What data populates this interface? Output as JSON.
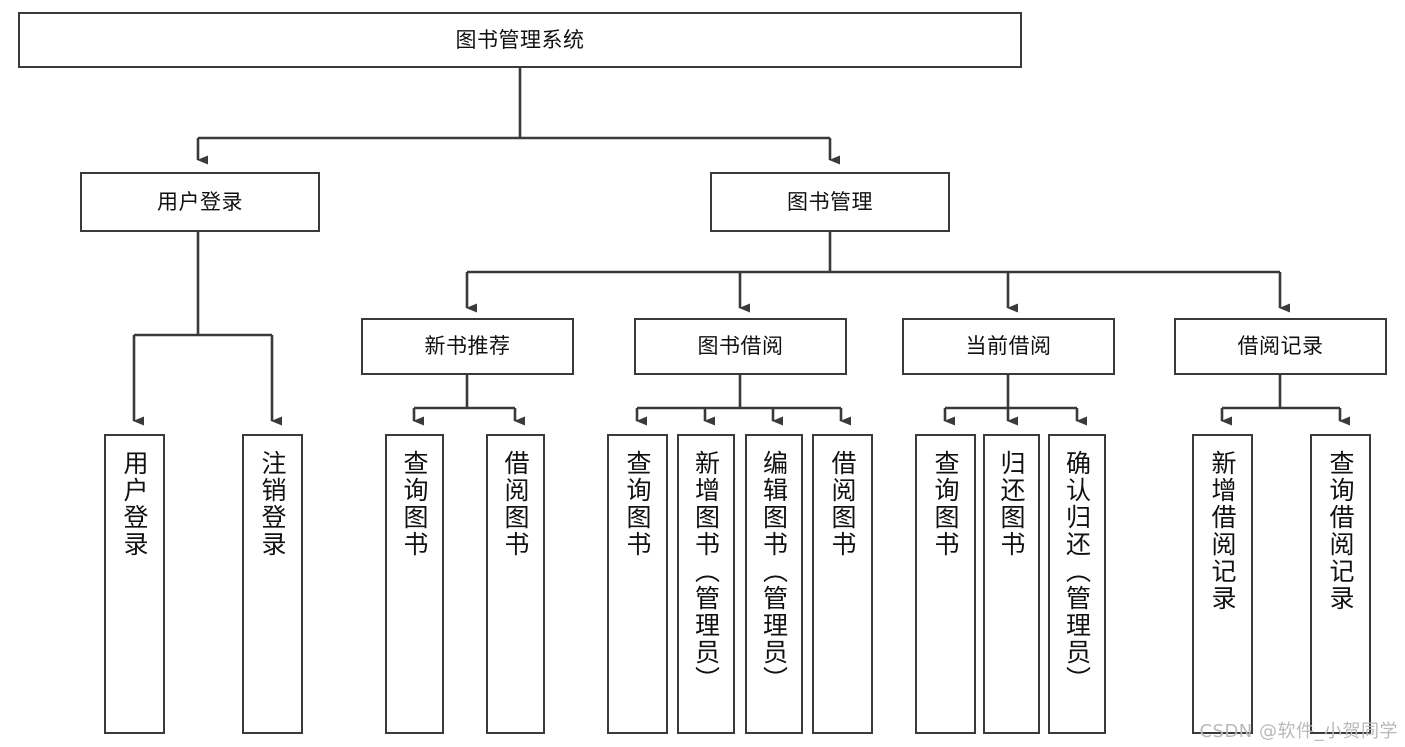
{
  "diagram": {
    "type": "tree-hierarchy-chart",
    "title": "图书管理系统",
    "root": {
      "id": "root",
      "label": "图书管理系统"
    },
    "level2": [
      {
        "id": "user-login",
        "label": "用户登录"
      },
      {
        "id": "book-management",
        "label": "图书管理"
      }
    ],
    "level3": [
      {
        "id": "new-book-recommend",
        "label": "新书推荐",
        "parent": "book-management"
      },
      {
        "id": "book-borrow",
        "label": "图书借阅",
        "parent": "book-management"
      },
      {
        "id": "current-borrow",
        "label": "当前借阅",
        "parent": "book-management"
      },
      {
        "id": "borrow-record",
        "label": "借阅记录",
        "parent": "book-management"
      }
    ],
    "leaves": [
      {
        "id": "leaf-user-login",
        "label": "用户登录",
        "parent": "user-login"
      },
      {
        "id": "leaf-logout-login",
        "label": "注销登录",
        "parent": "user-login"
      },
      {
        "id": "leaf-query-book-1",
        "label": "查询图书",
        "parent": "new-book-recommend"
      },
      {
        "id": "leaf-borrow-book-1",
        "label": "借阅图书",
        "parent": "new-book-recommend"
      },
      {
        "id": "leaf-query-book-2",
        "label": "查询图书",
        "parent": "book-borrow"
      },
      {
        "id": "leaf-add-book",
        "label": "新增图书（管理员）",
        "parent": "book-borrow"
      },
      {
        "id": "leaf-edit-book",
        "label": "编辑图书（管理员）",
        "parent": "book-borrow"
      },
      {
        "id": "leaf-borrow-book-2",
        "label": "借阅图书",
        "parent": "book-borrow"
      },
      {
        "id": "leaf-query-book-3",
        "label": "查询图书",
        "parent": "current-borrow"
      },
      {
        "id": "leaf-return-book",
        "label": "归还图书",
        "parent": "current-borrow"
      },
      {
        "id": "leaf-confirm-return",
        "label": "确认归还（管理员）",
        "parent": "current-borrow"
      },
      {
        "id": "leaf-add-record",
        "label": "新增借阅记录",
        "parent": "borrow-record"
      },
      {
        "id": "leaf-query-record",
        "label": "查询借阅记录",
        "parent": "borrow-record"
      }
    ],
    "colors": {
      "box_border": "#3a3a3a",
      "box_fill": "#ffffff",
      "edge": "#3a3a3a",
      "text": "#111111",
      "watermark": "#b9b9b9",
      "background": "#ffffff"
    }
  },
  "watermark": {
    "text": "CSDN @软件_小贺同学"
  }
}
